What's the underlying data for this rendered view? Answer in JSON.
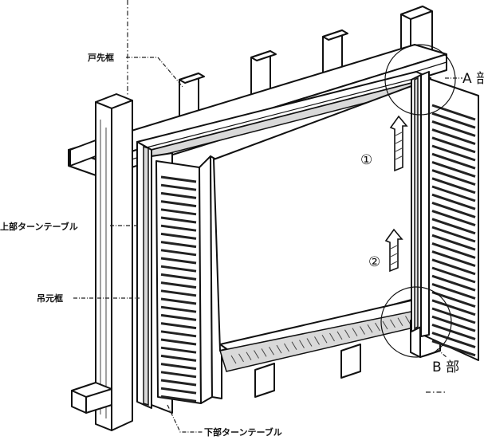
{
  "labels": {
    "top_pivot": "戸先框",
    "upper_turntable": "上部ターンテーブル",
    "hanging_pivot": "吊元框",
    "lower_turntable": "下部ターンテーブル",
    "detail_a": "A 部",
    "detail_b": "B 部",
    "step_1": "①",
    "step_2": "②"
  }
}
